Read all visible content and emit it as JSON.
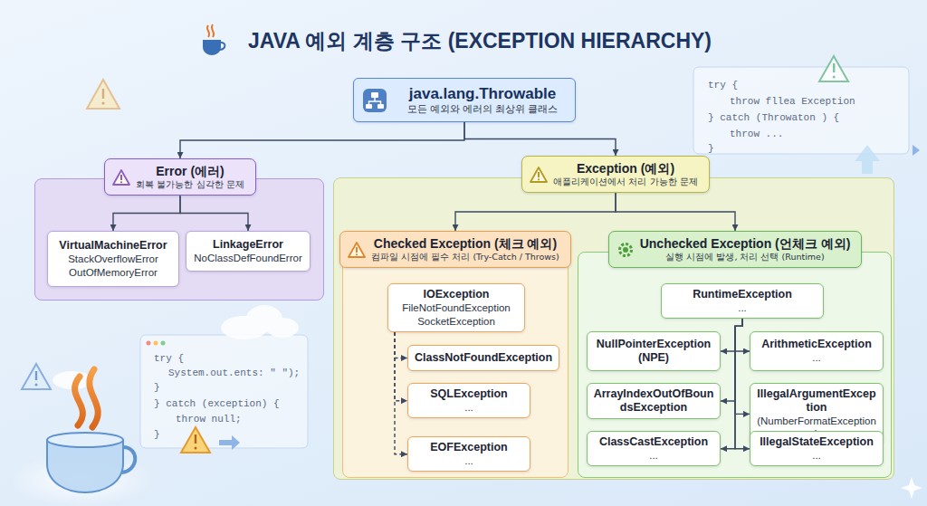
{
  "diagram": {
    "title": "JAVA 예외 계층 구조 (EXCEPTION HIERARCHY)",
    "nodes": [
      {
        "text": [
          "java.lang.Throwable",
          "모든 예외와 에러의 최상위 클래스"
        ]
      },
      {
        "text": [
          "Error (에러)",
          "회복 불가능한 심각한 문제"
        ]
      },
      {
        "text": [
          "VirtualMachineError",
          "StackOverflowError OutOfMemoryError"
        ],
        "in": 1
      },
      {
        "text": [
          "LinkageError",
          "NoClassDefFoundError"
        ],
        "in": 1
      },
      {
        "text": [
          "Exception (예외)",
          "애플리케이션에서 처리 가능한 문제"
        ]
      },
      {
        "text": [
          "Checked Exception (체크 예외)",
          "컴파일 시점에 필수 처리 (Try-Catch / Throws)"
        ],
        "in": 4
      },
      {
        "text": [
          "IOException",
          "FileNotFoundException SocketException"
        ],
        "in": 5
      },
      {
        "text": [
          "ClassNotFoundException"
        ],
        "in": 5
      },
      {
        "text": [
          "SQLException",
          "..."
        ],
        "in": 5
      },
      {
        "text": [
          "EOFException",
          "..."
        ],
        "in": 5
      },
      {
        "text": [
          "Unchecked Exception (언체크 예외)",
          "실행 시점에 발생, 처리 선택 (Runtime)"
        ],
        "in": 4
      },
      {
        "text": [
          "RuntimeException",
          "..."
        ],
        "in": 10
      },
      {
        "text": [
          "NullPointerException (NPE)"
        ],
        "in": 10
      },
      {
        "text": [
          "ArithmeticException",
          "..."
        ],
        "in": 10
      },
      {
        "text": [
          "ArrayIndexOutOfBoundsException"
        ],
        "in": 10
      },
      {
        "text": [
          "IllegalArgumentException",
          "(NumberFormatException)"
        ],
        "in": 10
      },
      {
        "text": [
          "ClassCastException",
          "..."
        ],
        "in": 10
      },
      {
        "text": [
          "IllegalStateException",
          "..."
        ],
        "in": 10
      }
    ],
    "edges": [
      {
        "from": 0,
        "to": 1,
        "arrow": "to"
      },
      {
        "from": 0,
        "to": 4,
        "arrow": "to"
      },
      {
        "from": 1,
        "to": 2,
        "arrow": "to"
      },
      {
        "from": 1,
        "to": 3,
        "arrow": "to"
      },
      {
        "from": 4,
        "to": 5,
        "arrow": "to"
      },
      {
        "from": 4,
        "to": 10,
        "arrow": "to"
      },
      {
        "from": 6,
        "to": 7,
        "arrow": "to"
      },
      {
        "from": 6,
        "to": 8,
        "arrow": "to"
      },
      {
        "from": 6,
        "to": 9,
        "arrow": "to"
      },
      {
        "from": 11,
        "to": 12,
        "arrow": "to"
      },
      {
        "from": 11,
        "to": 13,
        "arrow": "to"
      },
      {
        "from": 11,
        "to": 14,
        "arrow": "to"
      },
      {
        "from": 11,
        "to": 15,
        "arrow": "to"
      },
      {
        "from": 11,
        "to": 16,
        "arrow": "to"
      },
      {
        "from": 11,
        "to": 17,
        "arrow": "to"
      }
    ],
    "labels": [
      "try {",
      "throw fllea Exception",
      "} catch (Throwaton ) {",
      "throw ...",
      "}",
      "try {",
      "System.out.ents: \" \");",
      "}",
      "} catch (exception) {",
      "throw null;",
      "}"
    ]
  }
}
